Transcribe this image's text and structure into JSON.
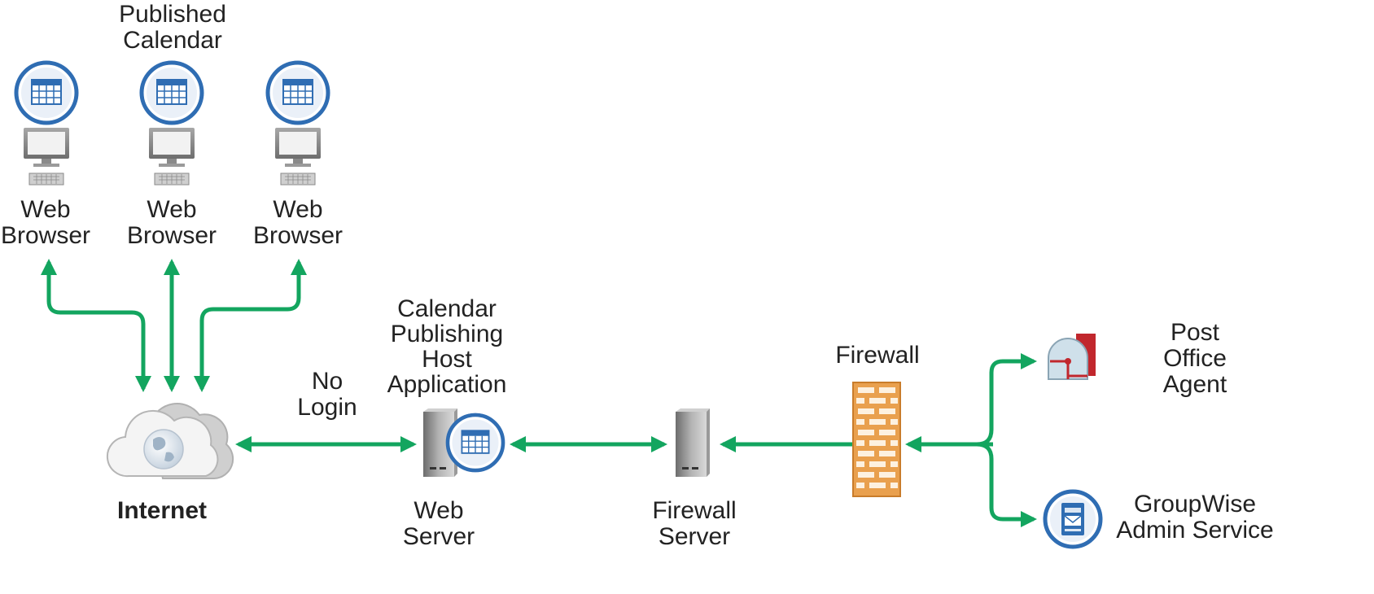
{
  "labels": {
    "published_calendar": [
      "Published",
      "Calendar"
    ],
    "web_browser": [
      "Web",
      "Browser"
    ],
    "internet": "Internet",
    "no_login": [
      "No",
      "Login"
    ],
    "calendar_publishing_host": [
      "Calendar",
      "Publishing",
      "Host",
      "Application"
    ],
    "web_server": [
      "Web",
      "Server"
    ],
    "firewall_server": [
      "Firewall",
      "Server"
    ],
    "firewall": "Firewall",
    "post_office_agent": [
      "Post",
      "Office",
      "Agent"
    ],
    "groupwise_admin_service": [
      "GroupWise",
      "Admin Service"
    ]
  },
  "icons": {
    "calendar": "calendar-icon",
    "monitor": "monitor-icon",
    "keyboard": "keyboard-icon",
    "cloud": "cloud-globe-icon",
    "server": "server-tower-icon",
    "firewall": "brick-wall-icon",
    "post_office": "post-office-icon",
    "admin": "admin-service-icon"
  },
  "colors": {
    "arrow": "#13a55f",
    "calendar_blue": "#2f6db3",
    "firewall_orange": "#e9a04e",
    "post_office_red": "#c1272d"
  }
}
